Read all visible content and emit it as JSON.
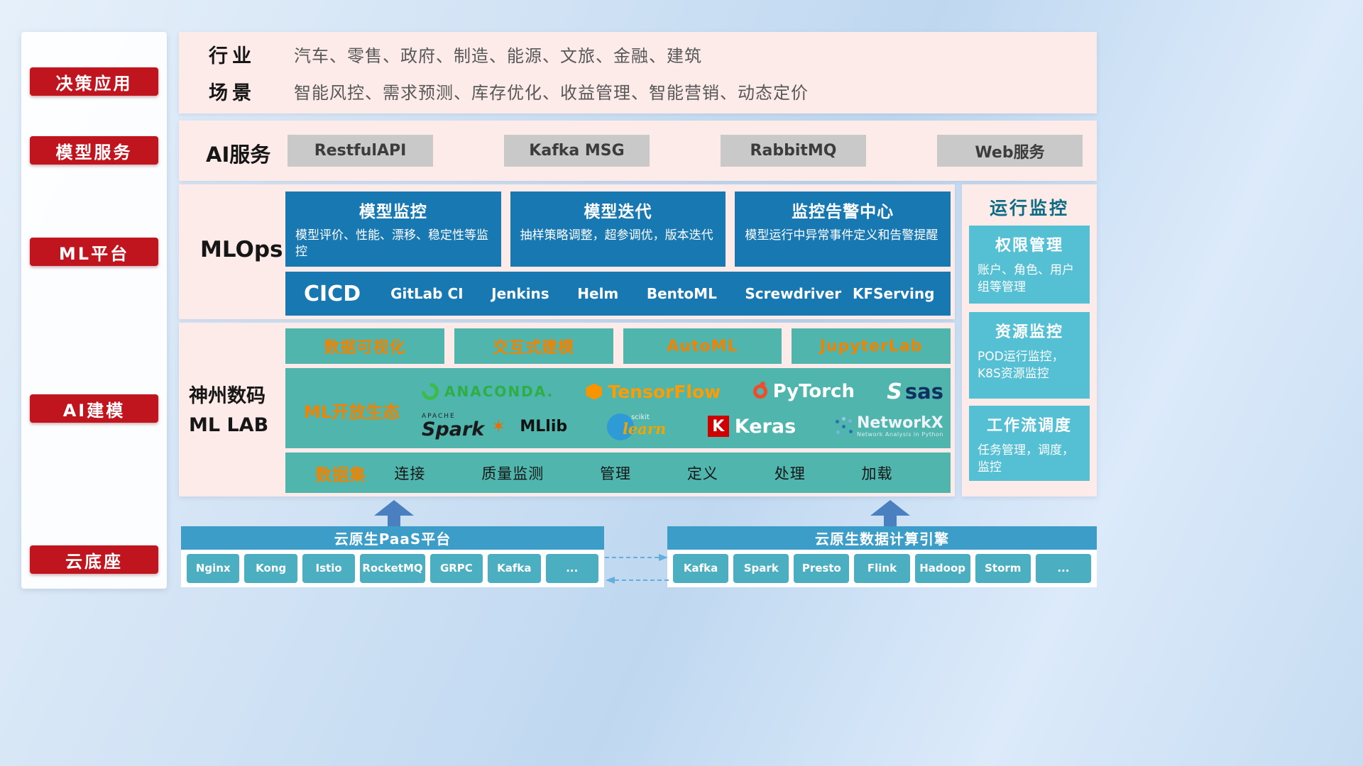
{
  "theme": {
    "red": "#c0141f",
    "panel_pink": "#fcebe8",
    "blue": "#1878b2",
    "teal": "#4fb5ad",
    "cyan_card": "#55bfd3",
    "orange": "#f08300",
    "header_blue": "#3b9dc8",
    "chip_teal": "#4bafc1",
    "gray_button": "#c9c9c9",
    "arrow_blue": "#4a80c0"
  },
  "sidebar": {
    "items": [
      {
        "label": "决策应用"
      },
      {
        "label": "模型服务"
      },
      {
        "label": "ML平台"
      },
      {
        "label": "AI建模"
      },
      {
        "label": "云底座"
      }
    ]
  },
  "industry": {
    "rows": [
      {
        "label": "行业",
        "value": "汽车、零售、政府、制造、能源、文旅、金融、建筑"
      },
      {
        "label": "场景",
        "value": "智能风控、需求预测、库存优化、收益管理、智能营销、动态定价"
      }
    ]
  },
  "services": {
    "label": "AI服务",
    "items": [
      "RestfulAPI",
      "Kafka MSG",
      "RabbitMQ",
      "Web服务"
    ]
  },
  "mlops": {
    "label": "MLOps",
    "cards": [
      {
        "title": "模型监控",
        "desc": "模型评价、性能、漂移、稳定性等监控"
      },
      {
        "title": "模型迭代",
        "desc": "抽样策略调整，超参调优，版本迭代"
      },
      {
        "title": "监控告警中心",
        "desc": "模型运行中异常事件定义和告警提醒"
      }
    ],
    "cicd": {
      "label": "CICD",
      "tools": [
        "GitLab CI",
        "Jenkins",
        "Helm",
        "BentoML",
        "Screwdriver",
        "KFServing"
      ]
    }
  },
  "mllab": {
    "label_line1": "神州数码",
    "label_line2": "ML LAB",
    "tools": [
      "数据可视化",
      "交互式建模",
      "AutoML",
      "JupyterLab"
    ],
    "ecosystem_label": "ML开放生态",
    "logos": {
      "anaconda": "ANACONDA.",
      "tensorflow": "TensorFlow",
      "pytorch": "PyTorch",
      "sas_swoosh": "S",
      "sas": "sas",
      "spark_apache": "APACHE",
      "spark": "Spark",
      "spark_star": "✶",
      "mllib": "MLlib",
      "scikit_top": "scikit",
      "scikit": "learn",
      "keras_k": "K",
      "keras": "Keras",
      "networkx": "NetworkX",
      "networkx_sub": "Network Analysis in Python"
    },
    "dataset": {
      "label": "数据集",
      "items": [
        "连接",
        "质量监测",
        "管理",
        "定义",
        "处理",
        "加载"
      ]
    }
  },
  "monitoring": {
    "title": "运行监控",
    "cards": [
      {
        "title": "权限管理",
        "desc": "账户、角色、用户组等管理"
      },
      {
        "title": "资源监控",
        "desc": "POD运行监控，K8S资源监控"
      },
      {
        "title": "工作流调度",
        "desc": "任务管理，调度，监控"
      }
    ]
  },
  "cloud": {
    "paas": {
      "title": "云原生PaaS平台",
      "chips": [
        "Nginx",
        "Kong",
        "Istio",
        "RocketMQ",
        "GRPC",
        "Kafka",
        "..."
      ]
    },
    "engine": {
      "title": "云原生数据计算引擎",
      "chips": [
        "Kafka",
        "Spark",
        "Presto",
        "Flink",
        "Hadoop",
        "Storm",
        "..."
      ]
    }
  }
}
